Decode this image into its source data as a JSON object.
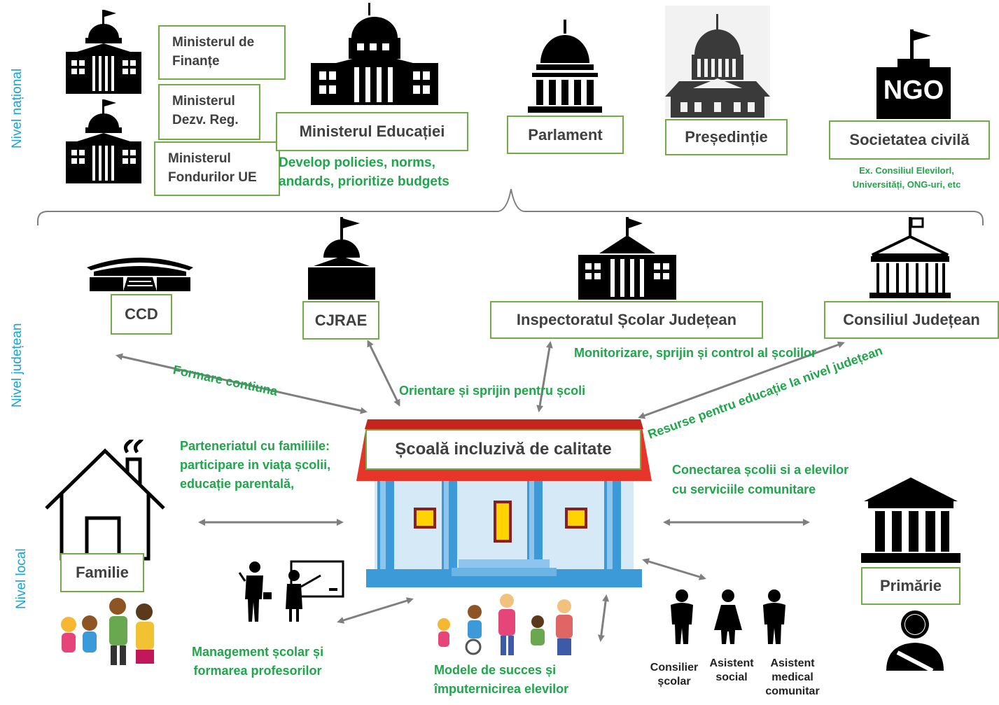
{
  "levels": {
    "national": "Nivel național",
    "county": "Nivel județean",
    "local": "Nivel local"
  },
  "national": {
    "min_finante": "Ministerul de Finanțe",
    "min_dezv": "Ministerul Dezv. Reg.",
    "min_fonduri": "Ministerul Fondurilor UE",
    "min_educatiei": "Ministerul Educației",
    "min_educatiei_note_1": "Develop policies, norms,",
    "min_educatiei_note_2": "andards, prioritize budgets",
    "parlament": "Parlament",
    "presedintie": "Președinție",
    "ngo_sign": "NGO",
    "societatea": "Societatea civilă",
    "societatea_note_1": "Ex. Consiliul Elevilorl,",
    "societatea_note_2": "Universități, ONG-uri, etc"
  },
  "county": {
    "ccd": "CCD",
    "cjrae": "CJRAE",
    "isj": "Inspectoratul Școlar Județean",
    "cj": "Consiliul Județean",
    "formare": "Formare contiuna",
    "orientare": "Orientare și sprijin pentru școli",
    "monitorizare": "Monitorizare, sprijin și control al școlilor",
    "resurse": "Resurse pentru educație la nivel județean"
  },
  "local": {
    "school": "Școală incluzivă de calitate",
    "parteneriat_1": "Parteneriatul cu familiile:",
    "parteneriat_2": "participare in viața școlii,",
    "parteneriat_3": "educație parentală,",
    "familie": "Familie",
    "conectare_1": "Conectarea școlii si a elevilor",
    "conectare_2": "cu serviciile comunitare",
    "primarie": "Primărie",
    "management_1": "Management școlar și",
    "management_2": "formarea profesorilor",
    "modele_1": "Modele de succes și",
    "modele_2": "împuternicirea elevilor",
    "consilier_1": "Consilier",
    "consilier_2": "școlar",
    "asistent_social_1": "Asistent",
    "asistent_social_2": "social",
    "asistent_medical_1": "Asistent",
    "asistent_medical_2": "medical",
    "asistent_medical_3": "comunitar"
  },
  "colors": {
    "green_border": "#70ad47",
    "green_text": "#1fa64a",
    "side_label": "#1aa3d6",
    "arrow": "#7f7f7f"
  }
}
